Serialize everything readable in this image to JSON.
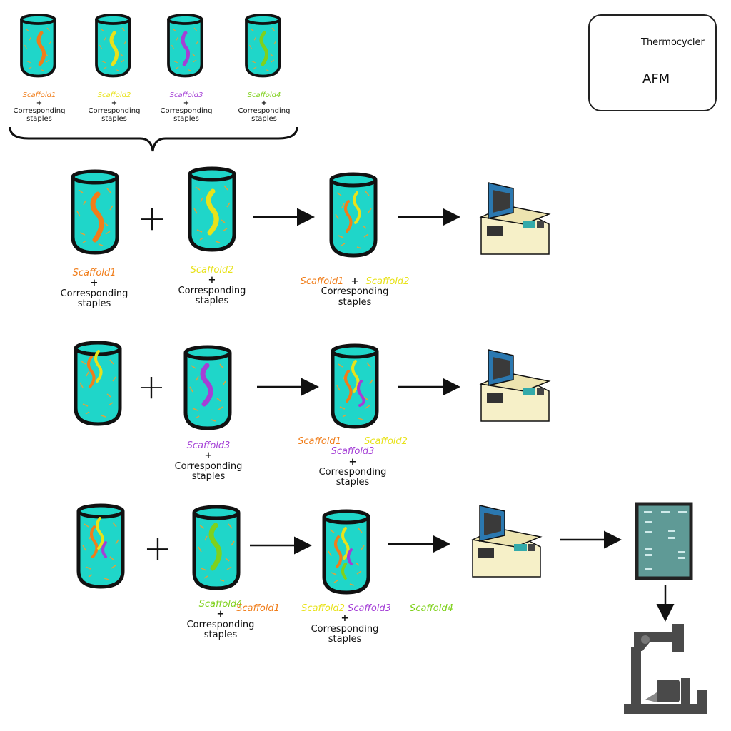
{
  "colors": {
    "tube_fill": "#1fd6c9",
    "tube_outline": "#111111",
    "scaffold1": "#f07d1a",
    "scaffold2": "#e8e21a",
    "scaffold3": "#a43fd6",
    "scaffold4": "#7fd11c",
    "thermocycler_body": "#f6f0c8",
    "thermocycler_lid": "#2b78b0",
    "gel_fill": "#5f9a96",
    "afm_gray": "#4a4a4a"
  },
  "labels": {
    "scaffold1": "Scaffold1",
    "scaffold2": "Scaffold2",
    "scaffold3": "Scaffold3",
    "scaffold4": "Scaffold4",
    "plus": "+",
    "corresponding": "Corresponding",
    "staples": "staples"
  },
  "legend": {
    "thermocycler": "Thermocycler",
    "afm": "AFM"
  },
  "icons": [
    "tube-icon",
    "thermocycler-icon",
    "afm-icon",
    "gel-icon",
    "arrow-icon",
    "brace-icon"
  ]
}
